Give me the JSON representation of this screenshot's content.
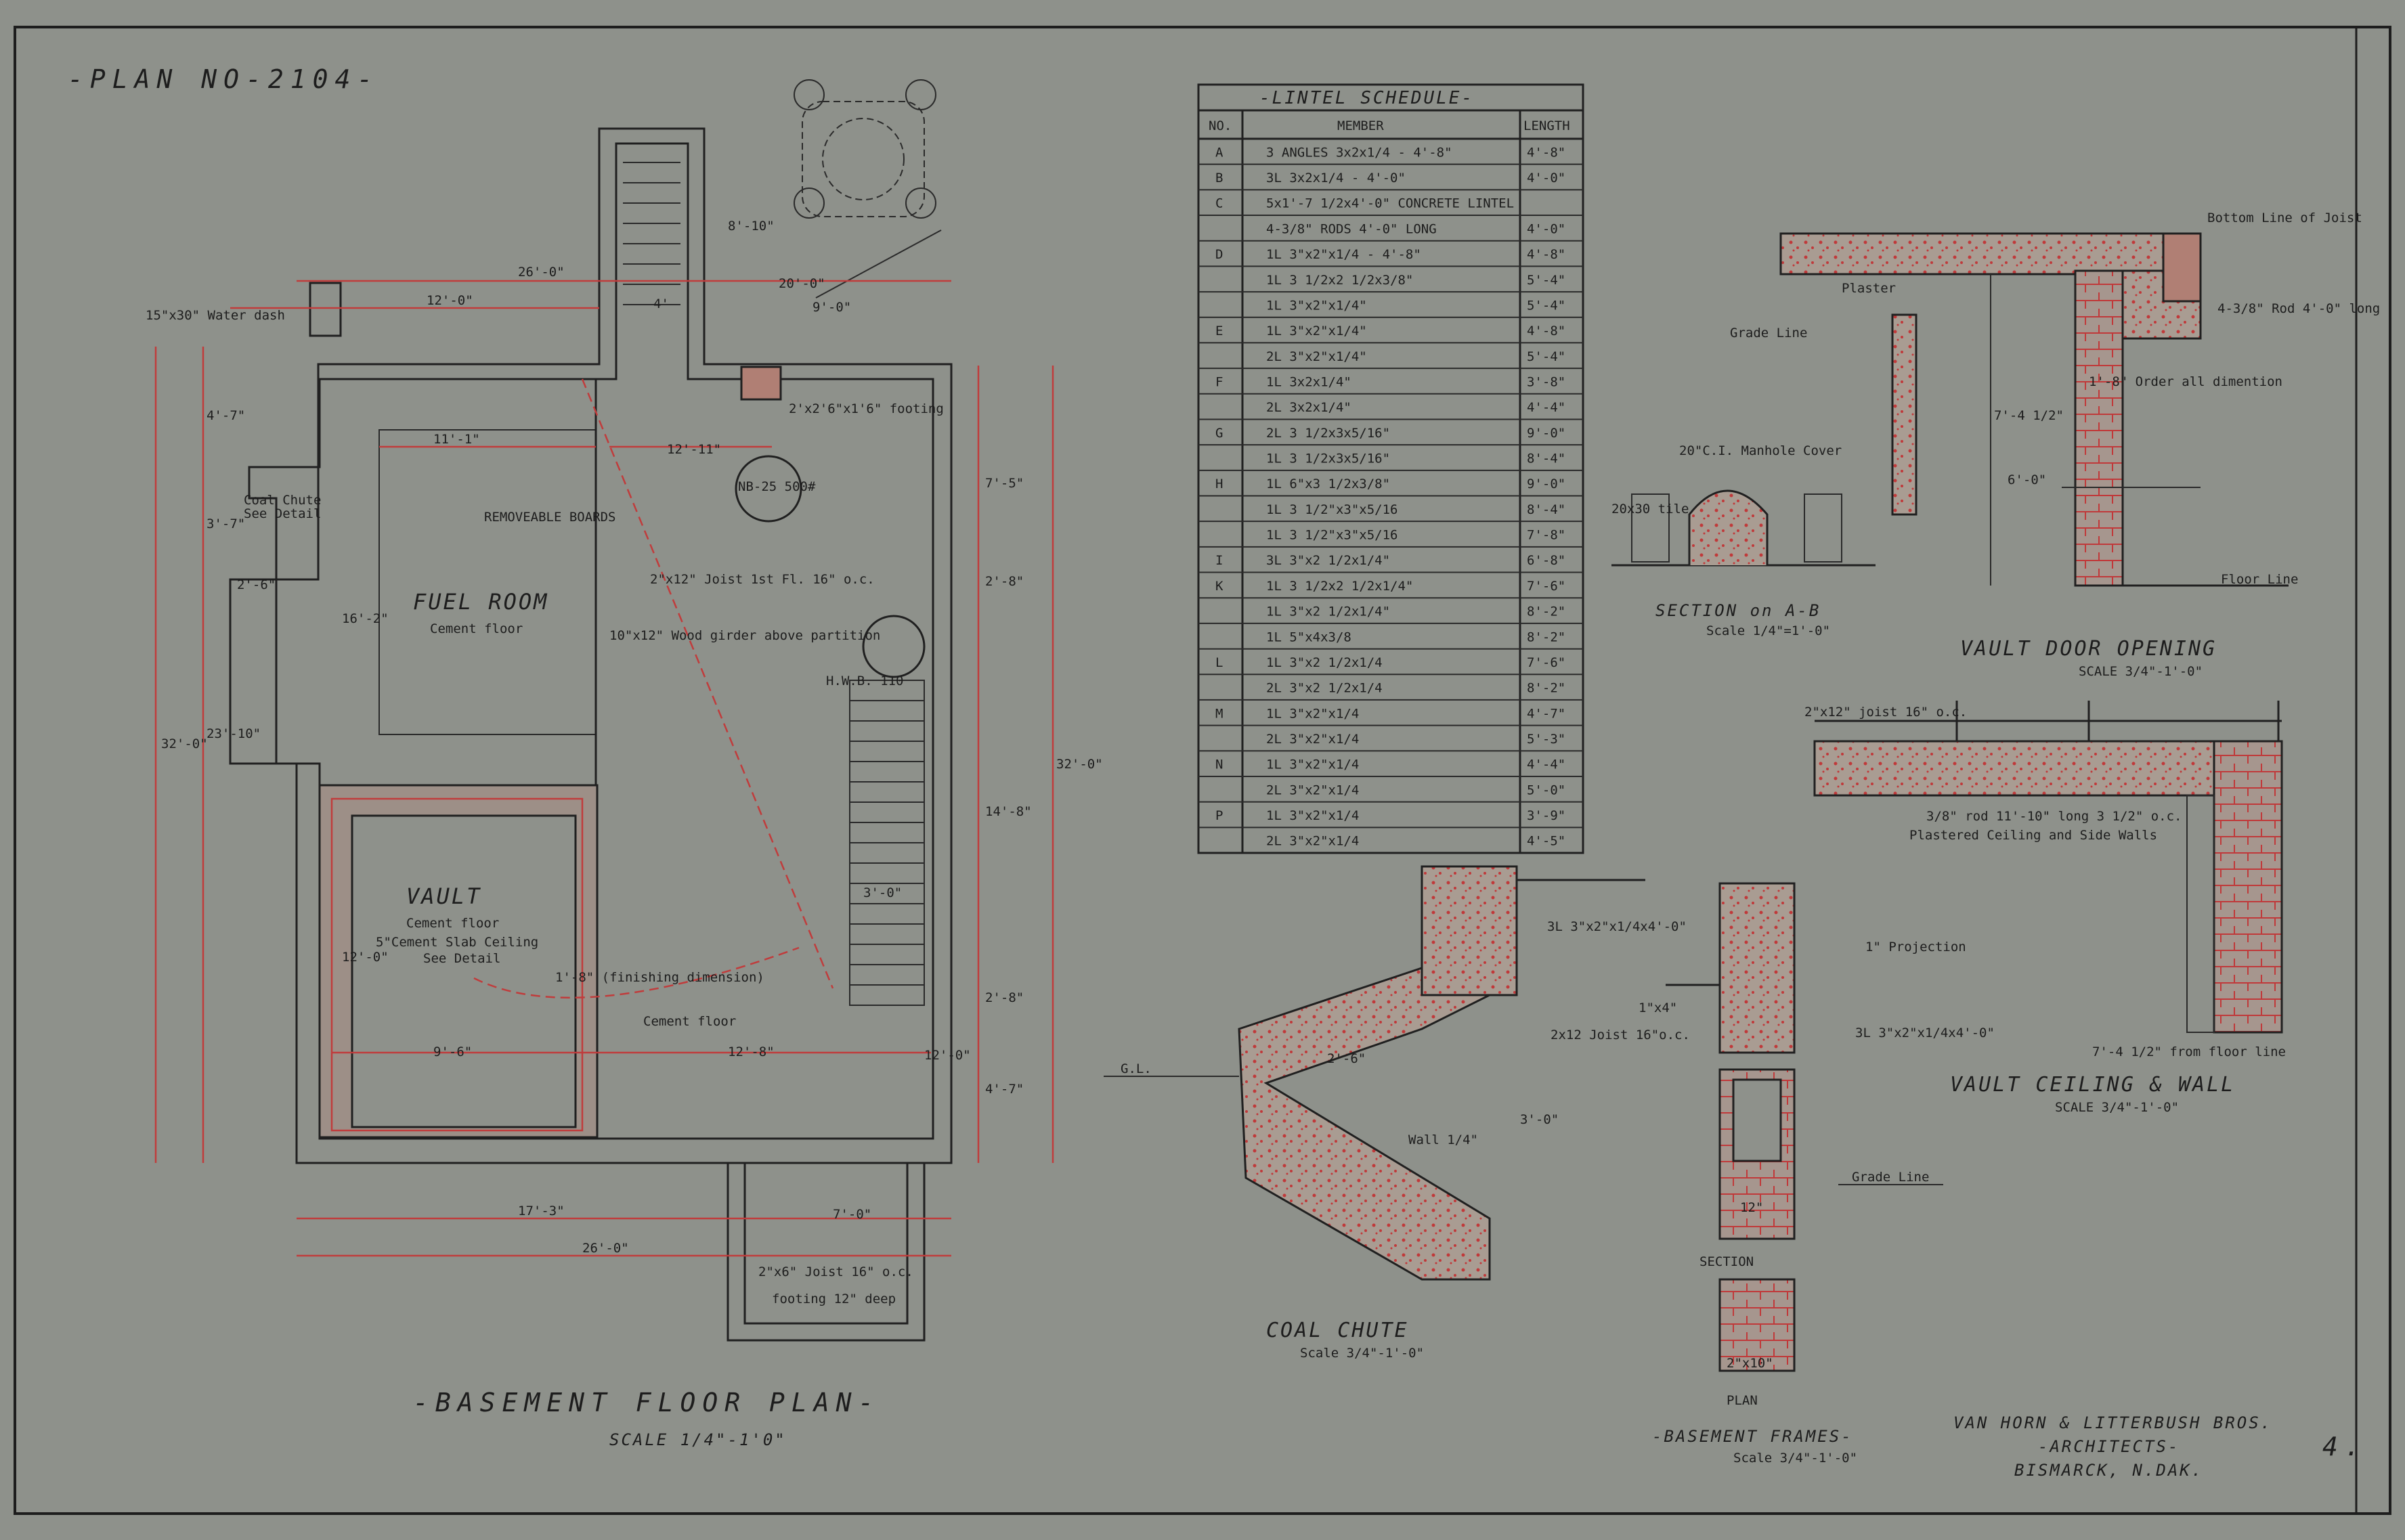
{
  "sheet": {
    "plan_number": "-PLAN NO-2104-",
    "sheet_number": "4.",
    "architects": {
      "firm": "VAN HORN & LITTERBUSH BROS.",
      "role": "-ARCHITECTS-",
      "city": "BISMARCK, N.DAK."
    }
  },
  "basement_plan": {
    "title": "-BASEMENT FLOOR PLAN-",
    "scale": "SCALE 1/4\"-1'0\"",
    "rooms": {
      "fuel": "FUEL ROOM",
      "fuel_floor": "Cement floor",
      "vault": "VAULT",
      "vault_floor": "Cement floor",
      "vault_ceiling": "5\"Cement Slab Ceiling",
      "vault_detail": "See Detail",
      "main_floor": "Cement floor",
      "coal_chute": "Coal Chute",
      "coal_chute_detail": "See Detail",
      "water_dash": "15\"x30\" Water dash",
      "removable_board": "REMOVEABLE BOARDS",
      "joist": "2\"x12\" Joist 1st Fl. 16\" o.c.",
      "girder": "10\"x12\" Wood girder above partition",
      "boiler": "NB-25 500#",
      "hwb": "H.W.B. 110",
      "footing_sq": "2'x2'6\"x1'6\" footing",
      "finishing": "1'-8\" (finishing dimension)",
      "joist_porch": "2\"x6\" Joist 16\" o.c.",
      "footing_porch": "footing 12\" deep"
    },
    "dims": {
      "d1": "26'-0\"",
      "d2": "12'-0\"",
      "d3": "11'-1\"",
      "d4": "12'-11\"",
      "d5": "17'-3\"",
      "d6": "26'-0\"",
      "d7": "9'-6\"",
      "d8": "12'-8\"",
      "d9": "32'-0\"",
      "d10": "23'-10\"",
      "d11": "4'-7\"",
      "d12": "3'-7\"",
      "d13": "16'-2\"",
      "d14": "12'-0\"",
      "d15": "7'-5\"",
      "d16": "2'-8\"",
      "d17": "14'-8\"",
      "d18": "2'-8\"",
      "d19": "4'-7\"",
      "d20": "32'-0\"",
      "d21": "7'-0\"",
      "d22": "8'-10\"",
      "d23": "20'-0\"",
      "d24": "9'-0\"",
      "d25": "2'-6\"",
      "d26": "3'-0\"",
      "d27": "4'",
      "d28": "12'-0\""
    }
  },
  "lintel_schedule": {
    "title": "-LINTEL SCHEDULE-",
    "headers": [
      "NO.",
      "MEMBER",
      "LENGTH"
    ],
    "rows": [
      [
        "A",
        "3 ANGLES 3x2x1/4 - 4'-8\"",
        "4'-8\""
      ],
      [
        "B",
        "3L  3x2x1/4 - 4'-0\"",
        "4'-0\""
      ],
      [
        "C",
        "5x1'-7 1/2x4'-0\" CONCRETE LINTEL",
        ""
      ],
      [
        "",
        "4-3/8\" RODS 4'-0\" LONG",
        "4'-0\""
      ],
      [
        "D",
        "1L  3\"x2\"x1/4 - 4'-8\"",
        "4'-8\""
      ],
      [
        "",
        "1L  3 1/2x2 1/2x3/8\"",
        "5'-4\""
      ],
      [
        "",
        "1L  3\"x2\"x1/4\"",
        "5'-4\""
      ],
      [
        "E",
        "1L  3\"x2\"x1/4\"",
        "4'-8\""
      ],
      [
        "",
        "2L  3\"x2\"x1/4\"",
        "5'-4\""
      ],
      [
        "F",
        "1L  3x2x1/4\"",
        "3'-8\""
      ],
      [
        "",
        "2L  3x2x1/4\"",
        "4'-4\""
      ],
      [
        "G",
        "2L  3 1/2x3x5/16\"",
        "9'-0\""
      ],
      [
        "",
        "1L  3 1/2x3x5/16\"",
        "8'-4\""
      ],
      [
        "H",
        "1L  6\"x3 1/2x3/8\"",
        "9'-0\""
      ],
      [
        "",
        "1L  3 1/2\"x3\"x5/16",
        "8'-4\""
      ],
      [
        "",
        "1L  3 1/2\"x3\"x5/16",
        "7'-8\""
      ],
      [
        "I",
        "3L  3\"x2 1/2x1/4\"",
        "6'-8\""
      ],
      [
        "K",
        "1L  3 1/2x2 1/2x1/4\"",
        "7'-6\""
      ],
      [
        "",
        "1L  3\"x2 1/2x1/4\"",
        "8'-2\""
      ],
      [
        "",
        "1L  5\"x4x3/8",
        "8'-2\""
      ],
      [
        "L",
        "1L  3\"x2 1/2x1/4",
        "7'-6\""
      ],
      [
        "",
        "2L  3\"x2 1/2x1/4",
        "8'-2\""
      ],
      [
        "M",
        "1L  3\"x2\"x1/4",
        "4'-7\""
      ],
      [
        "",
        "2L  3\"x2\"x1/4",
        "5'-3\""
      ],
      [
        "N",
        "1L  3\"x2\"x1/4",
        "4'-4\""
      ],
      [
        "",
        "2L  3\"x2\"x1/4",
        "5'-0\""
      ],
      [
        "P",
        "1L  3\"x2\"x1/4",
        "3'-9\""
      ],
      [
        "",
        "2L  3\"x2\"x1/4",
        "4'-5\""
      ]
    ]
  },
  "section_ab": {
    "title": "SECTION on A-B",
    "scale": "Scale 1/4\"=1'-0\"",
    "manhole": "20\"C.I. Manhole Cover",
    "tile": "20x30 tile",
    "grade": "Grade Line"
  },
  "vault_door": {
    "title": "VAULT DOOR OPENING",
    "scale": "SCALE 3/4\"-1'-0\"",
    "bottom_joist": "Bottom Line of Joist",
    "plaster": "Plaster",
    "rod": "4-3/8\" Rod 4'-0\" long",
    "order": "1'-8\" Order all dimention",
    "floor": "Floor Line",
    "h1": "7'-4 1/2\"",
    "h2": "6'-0\""
  },
  "vault_ceiling": {
    "title": "VAULT CEILING & WALL",
    "scale": "SCALE 3/4\"-1'-0\"",
    "joist": "2\"x12\" joist 16\" o.c.",
    "rod": "3/8\" rod 11'-10\" long 3 1/2\" o.c.",
    "plaster": "Plastered Ceiling and Side Walls",
    "height": "7'-4 1/2\" from floor line"
  },
  "coal_chute": {
    "title": "COAL CHUTE",
    "scale": "Scale 3/4\"-1'-0\"",
    "gl": "G.L.",
    "d1": "2'-6\"",
    "d2": "3'-0\"",
    "wall": "Wall 1/4\""
  },
  "basement_frames": {
    "title": "-BASEMENT FRAMES-",
    "scale": "Scale 3/4\"-1'-0\"",
    "section": "SECTION",
    "plan": "PLAN",
    "projection": "1\" Projection",
    "angle1": "3L 3\"x2\"x1/4x4'-0\"",
    "angle2": "3L 3\"x2\"x1/4x4'-0\"",
    "joist": "2x12 Joist 16\"o.c.",
    "grade": "Grade Line",
    "plank": "1\"x4\"",
    "twelve": "12\"",
    "plan_size": "2\"x10\""
  }
}
